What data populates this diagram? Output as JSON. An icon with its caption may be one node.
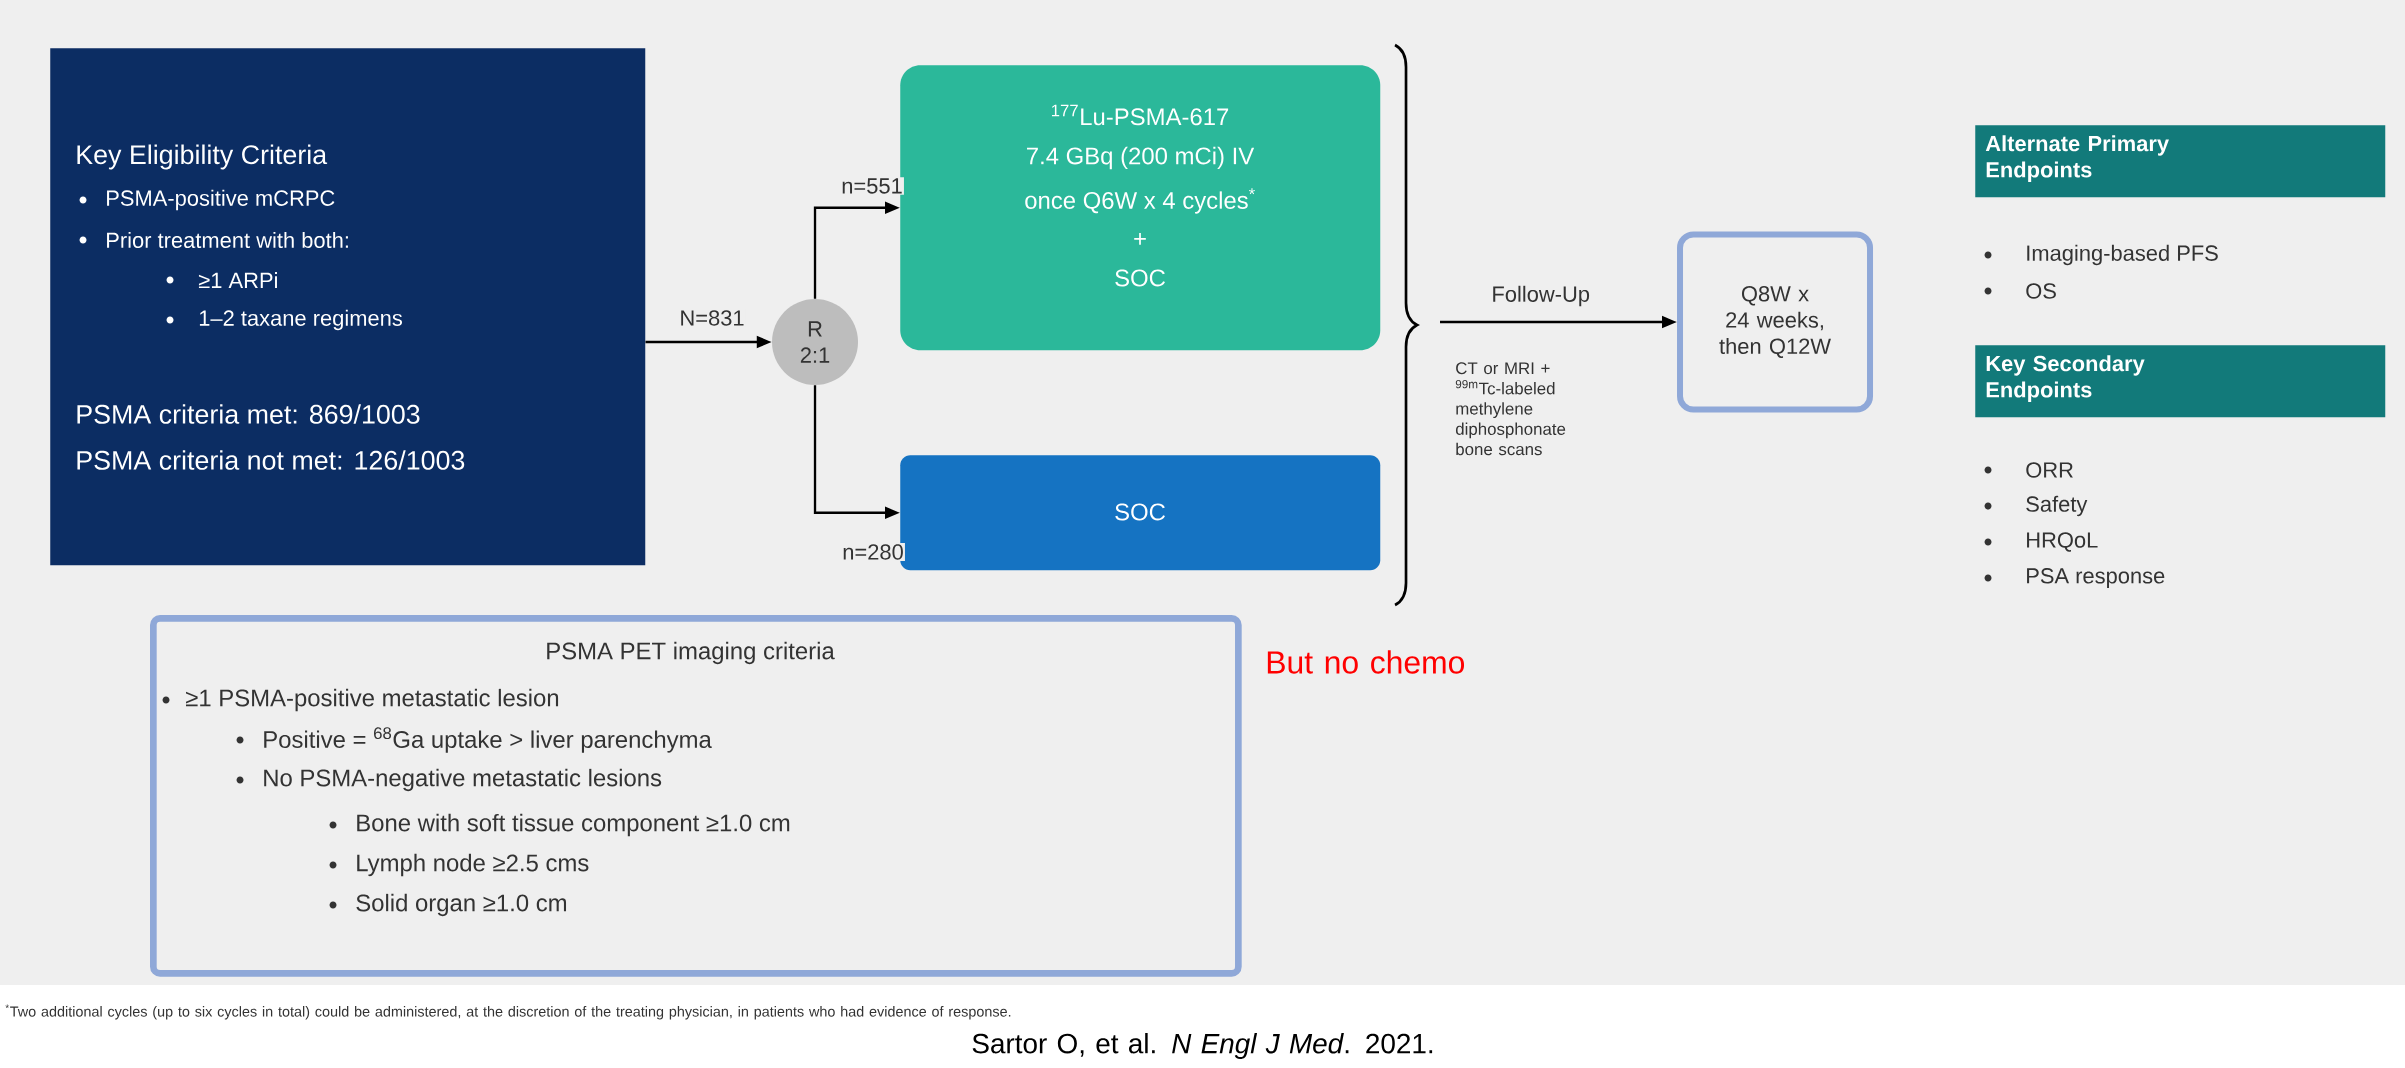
{
  "diagram": {
    "nodes": [
      {
        "text": [
          "Key Eligibility Criteria",
          "PSMA-positive mCRPC",
          "Prior treatment with both:",
          "≥1 ARPi",
          "1–2 taxane regimens",
          "PSMA criteria met: 869/1003",
          "PSMA criteria not met: 126/1003"
        ]
      },
      {
        "text": [
          "R 2:1"
        ]
      },
      {
        "text": [
          "$^{177}$Lu-PSMA-617",
          "7.4 GBq (200 mCi) IV",
          "once Q6W x 4 cycles$^{*}$",
          "+",
          "SOC"
        ]
      },
      {
        "text": [
          "SOC"
        ]
      },
      {
        "text": [
          "Q8W x 24 weeks, then Q12W"
        ]
      },
      {
        "text": [
          "Alternate Primary Endpoints"
        ],
        "beside": [
          "Imaging-based PFS",
          "OS"
        ]
      },
      {
        "text": [
          "Key Secondary Endpoints"
        ],
        "beside": [
          "ORR",
          "Safety",
          "HRQoL",
          "PSA response"
        ]
      },
      {
        "text": [
          "PSMA PET imaging criteria",
          "≥1 PSMA-positive metastatic lesion",
          "Positive = $^{68}$Ga uptake > liver parenchyma",
          "No PSMA-negative metastatic lesions",
          "Bone with soft tissue component ≥1.0 cm",
          "Lymph node ≥2.5 cms",
          "Solid organ ≥1.0 cm"
        ]
      }
    ],
    "edges": [
      {
        "from": 0,
        "to": 1,
        "arrow": "to",
        "label": "N=831"
      },
      {
        "from": 1,
        "to": 2,
        "arrow": "to",
        "label": "n=551"
      },
      {
        "from": 1,
        "to": 3,
        "arrow": "to",
        "label": "n=280"
      },
      {
        "from": null,
        "to": 4,
        "arrow": "to",
        "label": "Follow-Up"
      }
    ],
    "labels": [
      "CT or MRI + $^{99m}$Tc-labeled methylene diphosphonate bone scans",
      "But no chemo",
      "$^{*}$Two additional cycles (up to six cycles in total) could be administered, at the discretion of the treating physician, in patients who had evidence of response.",
      "Sartor O, et al. *N Engl J Med*. 2021."
    ]
  }
}
